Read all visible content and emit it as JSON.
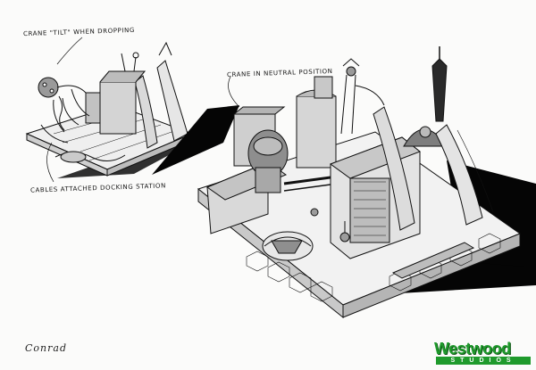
{
  "annotations": {
    "crane_tilt": "Crane \"tilt\" when dropping",
    "crane_neutral": "Crane in neutral position",
    "cables": "Cables attached docking station"
  },
  "artist_signature": "Conrad",
  "logo": {
    "wordmark": "Westwood",
    "sub": "STUDIOS",
    "brand_color": "#1f9a2c"
  },
  "colors": {
    "ink": "#111111",
    "paper": "#fbfbfa",
    "shadow": "#050505"
  }
}
